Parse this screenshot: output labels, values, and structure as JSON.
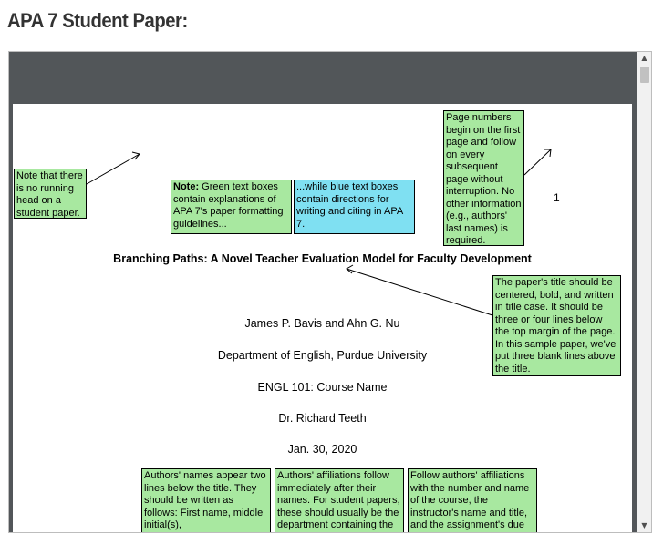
{
  "heading": "APA 7 Student Paper:",
  "page": {
    "page_number": "1",
    "title": "Branching Paths: A Novel Teacher Evaluation Model for Faculty Development",
    "authors": "James P. Bavis and Ahn G. Nu",
    "affiliation": "Department of English, Purdue University",
    "course": "ENGL 101: Course Name",
    "instructor": "Dr. Richard Teeth",
    "date": "Jan. 30, 2020"
  },
  "notes": {
    "running_head": "Note that there is no running head on a student paper.",
    "green_explain_bold": "Note:",
    "green_explain_rest": " Green text boxes contain explanations of APA 7's paper formatting guidelines...",
    "blue_directions": "...while blue text boxes contain directions for writing and citing in APA 7.",
    "page_numbers": "Page numbers begin on the first page and follow on every subsequent page without interruption. No other information (e.g., authors' last names) is required.",
    "title_note": "The paper's title should be centered, bold, and written in title case. It should be three or four lines below the top margin of the page. In this sample paper, we've put three blank lines above the title.",
    "authors_note": "Authors' names appear two lines below the title. They should be written as follows: First name, middle initial(s),",
    "affiliations_note": "Authors' affiliations follow immediately after their names. For student papers, these should usually be the department containing the",
    "course_note": "Follow authors' affiliations with the number and name of the course, the instructor's name and title, and the assignment's due"
  },
  "scrollbar": {
    "up_icon": "▲",
    "down_icon": "▼"
  },
  "colors": {
    "green_note": "#a8e8a0",
    "blue_note": "#7fe0f2",
    "viewer_background": "#525659"
  }
}
